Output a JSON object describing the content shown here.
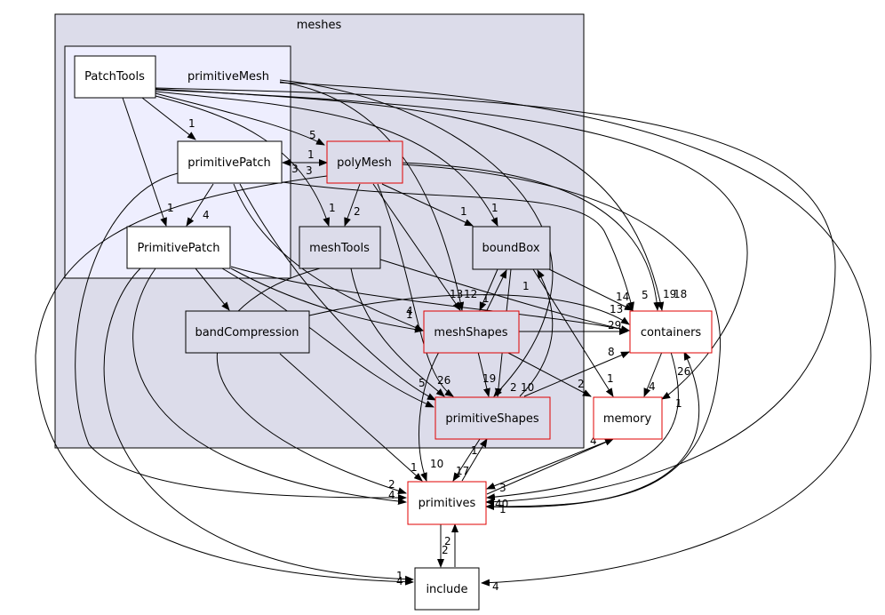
{
  "colors": {
    "outer_cluster_fill": "#dcdcea",
    "inner_cluster_fill": "#eeeefe",
    "node_default_border": "#000000",
    "node_highlight_border": "#e00000",
    "node_white_fill": "#ffffff",
    "node_grey_fill": "#dcdcea"
  },
  "clusters": {
    "meshes": "meshes",
    "primitiveMesh": "primitiveMesh"
  },
  "nodes": {
    "PatchTools": "PatchTools",
    "primitivePatch": "primitivePatch",
    "PrimitivePatch": "PrimitivePatch",
    "polyMesh": "polyMesh",
    "meshTools": "meshTools",
    "boundBox": "boundBox",
    "bandCompression": "bandCompression",
    "meshShapes": "meshShapes",
    "primitiveShapes": "primitiveShapes",
    "containers": "containers",
    "memory": "memory",
    "primitives": "primitives",
    "include": "include"
  },
  "edge_labels": [
    "1",
    "5",
    "1",
    "3",
    "3",
    "1",
    "4",
    "1",
    "2",
    "1",
    "1",
    "13",
    "12",
    "1",
    "4",
    "1",
    "1",
    "14",
    "5",
    "19",
    "18",
    "13",
    "29",
    "5",
    "26",
    "19",
    "2",
    "10",
    "8",
    "2",
    "1",
    "4",
    "26",
    "1",
    "1",
    "10",
    "17",
    "2",
    "4",
    "3",
    "4",
    "40",
    "1",
    "1",
    "2",
    "2",
    "1",
    "4",
    "4",
    "1"
  ]
}
